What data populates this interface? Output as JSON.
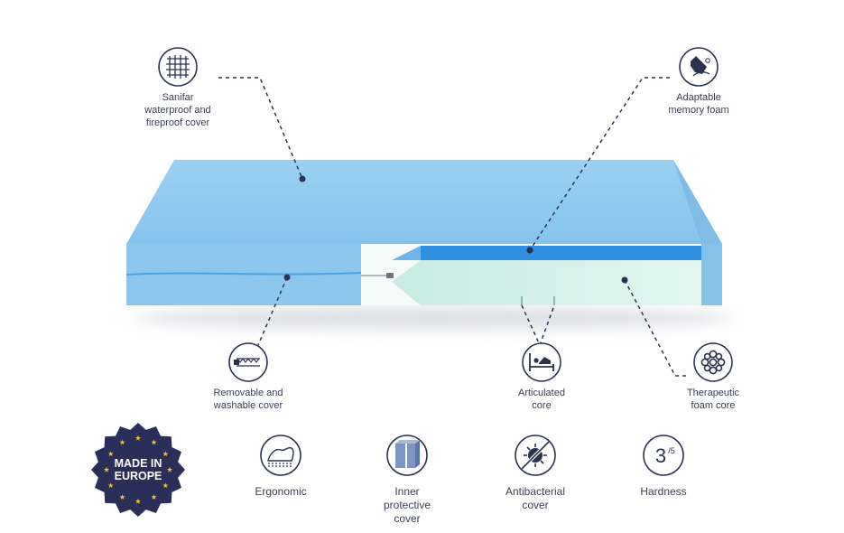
{
  "colors": {
    "navy": "#2c3150",
    "mattress_top": "#8ec8ee",
    "mattress_side": "#84bfe8",
    "memory_foam": "#2f8fe0",
    "core": "#d6f1ea",
    "badge": "#2a2f5a",
    "star": "#f2c335"
  },
  "callouts": {
    "cover": {
      "line1": "Sanifar",
      "line2": "waterproof and",
      "line3": "fireproof cover",
      "icon": "grid-mesh-icon"
    },
    "memory": {
      "line1": "Adaptable",
      "line2": "memory foam",
      "icon": "hand-press-icon"
    },
    "removable": {
      "line1": "Removable and",
      "line2": "washable cover",
      "icon": "zipper-icon"
    },
    "articulated": {
      "line1": "Articulated",
      "line2": "core",
      "icon": "hospital-bed-icon"
    },
    "therapeutic": {
      "line1": "Therapeutic",
      "line2": "foam core",
      "icon": "foam-cells-icon"
    }
  },
  "badge": {
    "line1": "MADE IN",
    "line2": "EUROPE",
    "icon": "eu-stars-icon"
  },
  "features": [
    {
      "line1": "Ergonomic",
      "icon": "body-contour-icon"
    },
    {
      "line1": "Inner",
      "line2": "protective",
      "line3": "cover",
      "icon": "cover-layer-icon"
    },
    {
      "line1": "Antibacterial",
      "line2": "cover",
      "icon": "bacteria-shield-icon"
    },
    {
      "line1": "Hardness",
      "icon": "hardness-icon",
      "value": "3",
      "scale": "/5"
    }
  ]
}
